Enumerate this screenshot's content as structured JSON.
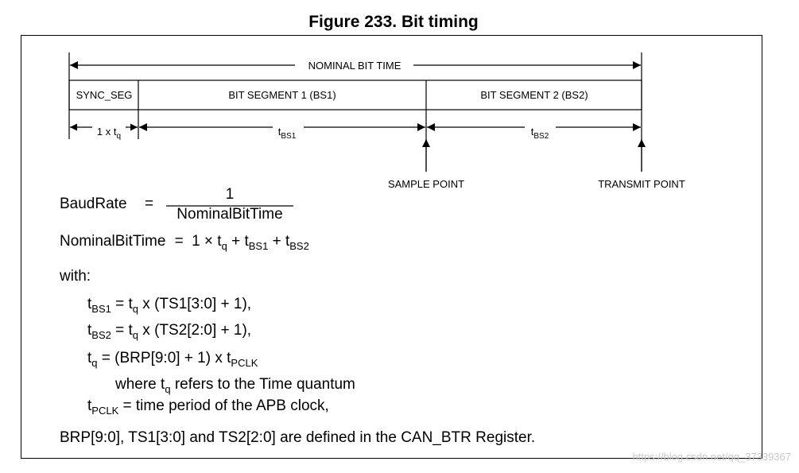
{
  "figure": {
    "title": "Figure 233. Bit timing"
  },
  "diagram": {
    "nominal_bit_time": "NOMINAL BIT TIME",
    "segments": {
      "sync": "SYNC_SEG",
      "bs1": "BIT SEGMENT 1 (BS1)",
      "bs2": "BIT SEGMENT 2 (BS2)"
    },
    "durations": {
      "sync_prefix": "1 x t",
      "sync_sub": "q",
      "bs1_main": "t",
      "bs1_sub": "BS1",
      "bs2_main": "t",
      "bs2_sub": "BS2"
    },
    "points": {
      "sample": "SAMPLE POINT",
      "transmit": "TRANSMIT POINT"
    }
  },
  "formulas": {
    "baud_lhs": "BaudRate",
    "eq_sign": "=",
    "baud_num": "1",
    "baud_den": "NominalBitTime",
    "nbt_lhs": "NominalBitTime",
    "nbt_rhs_1": "1 × t",
    "nbt_rhs_1_sub": "q",
    "nbt_plus": "+ t",
    "nbt_rhs_2_sub": "BS1",
    "nbt_rhs_3_sub": "BS2"
  },
  "text": {
    "with": "with:",
    "tbs1_sub": "BS1",
    "tbs1_rest": " = t",
    "tbs1_q": "q",
    "tbs1_tail": " x (TS1[3:0] + 1),",
    "tbs2_sub": "BS2",
    "tbs2_rest": " = t",
    "tbs2_q": "q",
    "tbs2_tail": " x (TS2[2:0] + 1),",
    "tq_sub": "q",
    "tq_tail": " = (BRP[9:0] + 1) x t",
    "tq_pclk": "PCLK",
    "where_pre": "where t",
    "where_sub": "q",
    "where_tail": " refers to the Time quantum",
    "tpclk_sub": "PCLK",
    "tpclk_tail": " = time period of the APB clock,",
    "defined": "BRP[9:0], TS1[3:0] and TS2[2:0] are defined in the CAN_BTR Register."
  },
  "watermark": "https://blog.csdn.net/qq_37339367"
}
